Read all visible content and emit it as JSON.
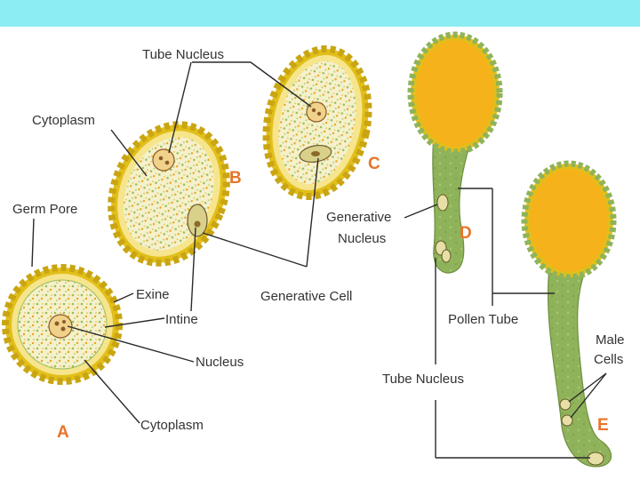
{
  "colors": {
    "header_bar": "#8cedf2",
    "pollen_wall_outer": "#e2bf1a",
    "pollen_wall_inner": "#f6e58c",
    "cytoplasm": "#f3f0c8",
    "tube_green": "#8fb35a",
    "starch_orange": "#f5b21a",
    "letter_color": "#e8742a"
  },
  "labels": {
    "tube_nucleus_top": "Tube Nucleus",
    "cytoplasm_top": "Cytoplasm",
    "germ_pore": "Germ Pore",
    "exine": "Exine",
    "intine": "Intine",
    "nucleus": "Nucleus",
    "cytoplasm_bottom": "Cytoplasm",
    "generative_nucleus_1": "Generative",
    "generative_nucleus_2": "Nucleus",
    "generative_cell": "Generative Cell",
    "pollen_tube": "Pollen Tube",
    "tube_nucleus_bottom": "Tube Nucleus",
    "male_cells_1": "Male",
    "male_cells_2": "Cells"
  },
  "letters": {
    "a": "A",
    "b": "B",
    "c": "C",
    "d": "D",
    "e": "E"
  }
}
